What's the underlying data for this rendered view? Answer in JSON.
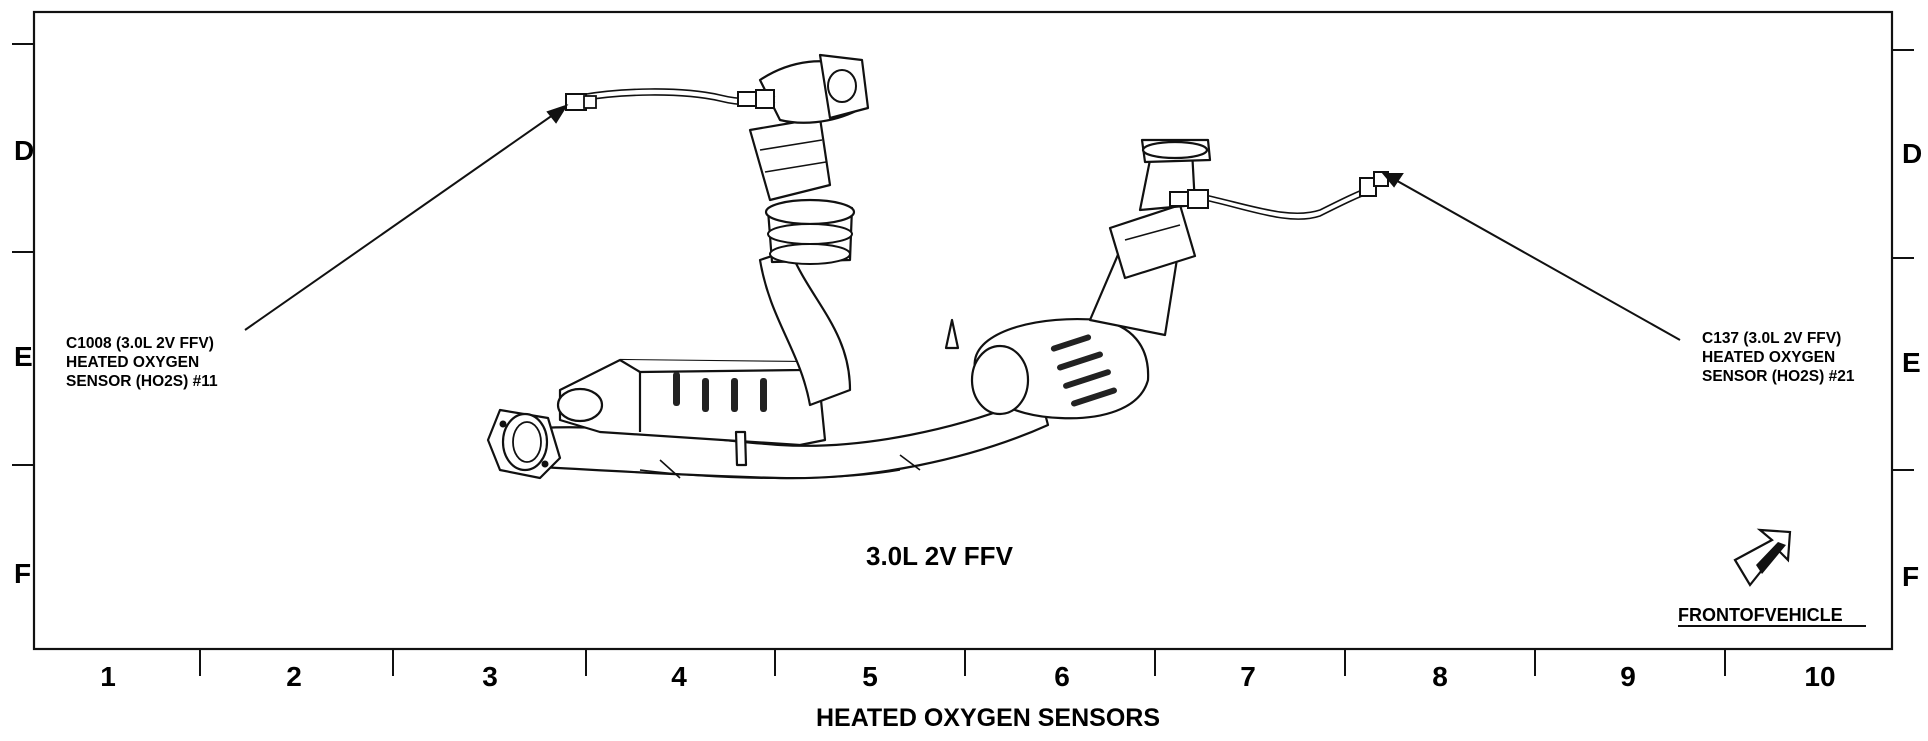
{
  "rows": [
    "D",
    "E",
    "F"
  ],
  "columns": [
    "1",
    "2",
    "3",
    "4",
    "5",
    "6",
    "7",
    "8",
    "9",
    "10"
  ],
  "callouts": [
    {
      "lines": [
        "C1008 (3.0L 2V FFV)",
        "HEATED OXYGEN",
        "SENSOR (HO2S) #11"
      ]
    },
    {
      "lines": [
        "C137 (3.0L 2V FFV)",
        "HEATED OXYGEN",
        "SENSOR (HO2S) #21"
      ]
    }
  ],
  "caption": "3.0L 2V FFV",
  "front_of_vehicle": "FRONTOFVEHICLE",
  "footer_title": "HEATED OXYGEN SENSORS",
  "icons": [
    "front-arrow-icon"
  ],
  "colors": {
    "ink": "#111111",
    "background": "#ffffff"
  }
}
